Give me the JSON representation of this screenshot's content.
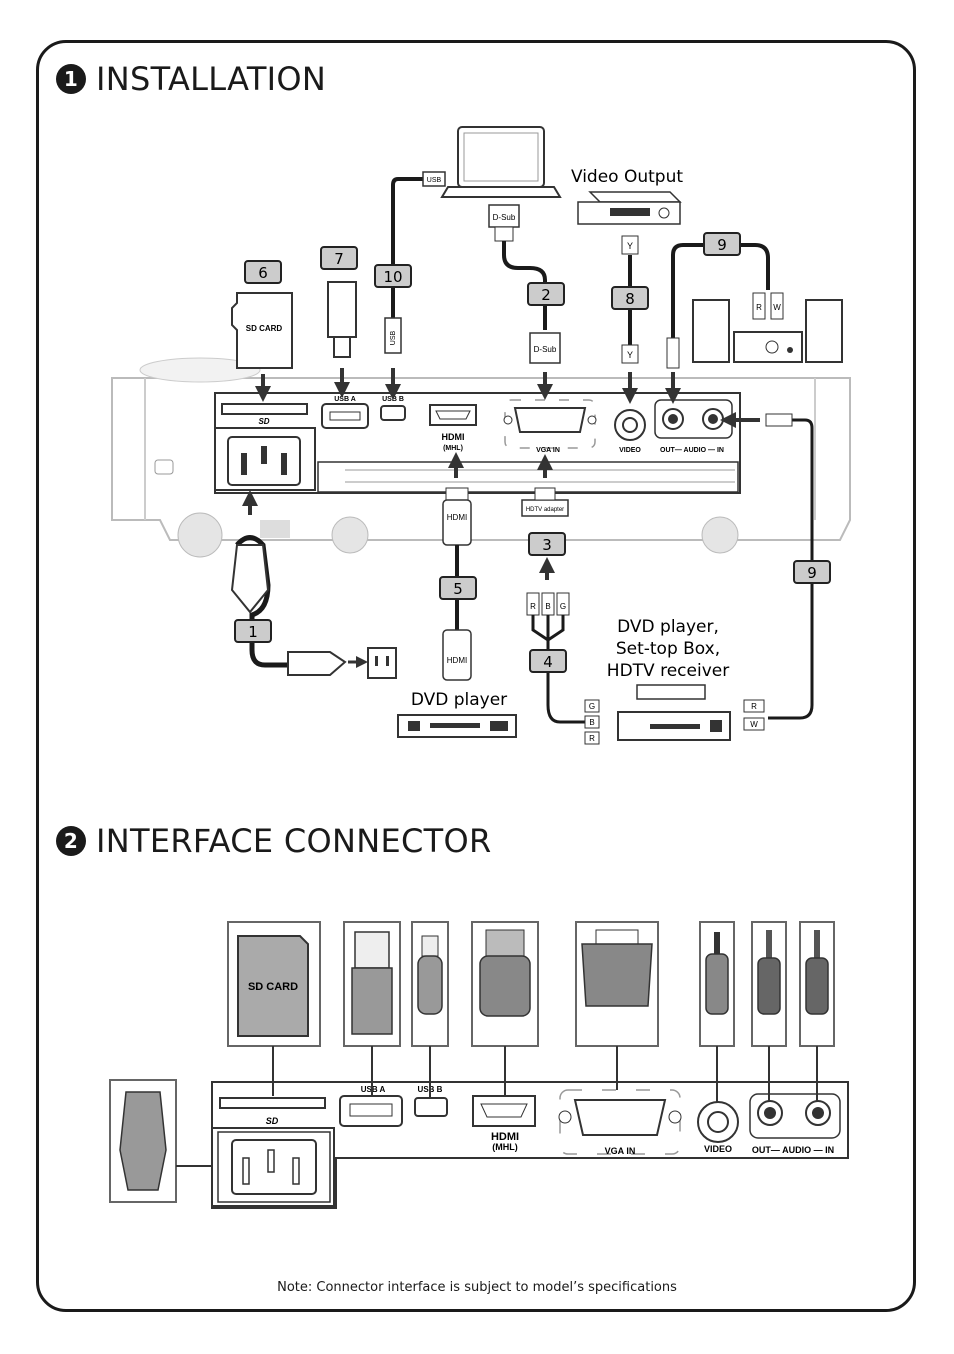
{
  "sections": {
    "installation": {
      "number": "1",
      "title": "INSTALLATION"
    },
    "interface": {
      "number": "2",
      "title": "INTERFACE CONNECTOR"
    }
  },
  "callouts": [
    "1",
    "2",
    "3",
    "4",
    "5",
    "6",
    "7",
    "8",
    "9",
    "9",
    "10"
  ],
  "devices": {
    "video_output": "Video Output",
    "dvd_player": "DVD player",
    "dvd_multi_1": "DVD player,",
    "dvd_multi_2": "Set-top Box,",
    "dvd_multi_3": "HDTV receiver"
  },
  "cable_labels": {
    "usb": "USB",
    "dsub_top": "D-Sub",
    "dsub_bottom": "D-Sub",
    "hdmi_top": "HDMI",
    "hdmi_bottom": "HDMI",
    "hdtv_adapter": "HDTV adapter",
    "sd_card": "SD CARD",
    "y": "Y",
    "r": "R",
    "w": "W",
    "b": "B",
    "g": "G"
  },
  "ports": {
    "usb_a": "USB A",
    "usb_b": "USB B",
    "hdmi": "HDMI",
    "mhl": "(MHL)",
    "vga_in": "VGA IN",
    "video": "VIDEO",
    "audio": "OUT— AUDIO — IN",
    "sd": "SD"
  },
  "interface_labels": {
    "sd_card": "SD CARD",
    "usb_a": "USB A",
    "usb_b": "USB B",
    "hdmi": "HDMI",
    "mhl": "(MHL)",
    "vga_in": "VGA IN",
    "video": "VIDEO",
    "audio": "OUT— AUDIO — IN",
    "sd": "SD"
  },
  "note": "Note: Connector interface is subject to model’s specifications"
}
